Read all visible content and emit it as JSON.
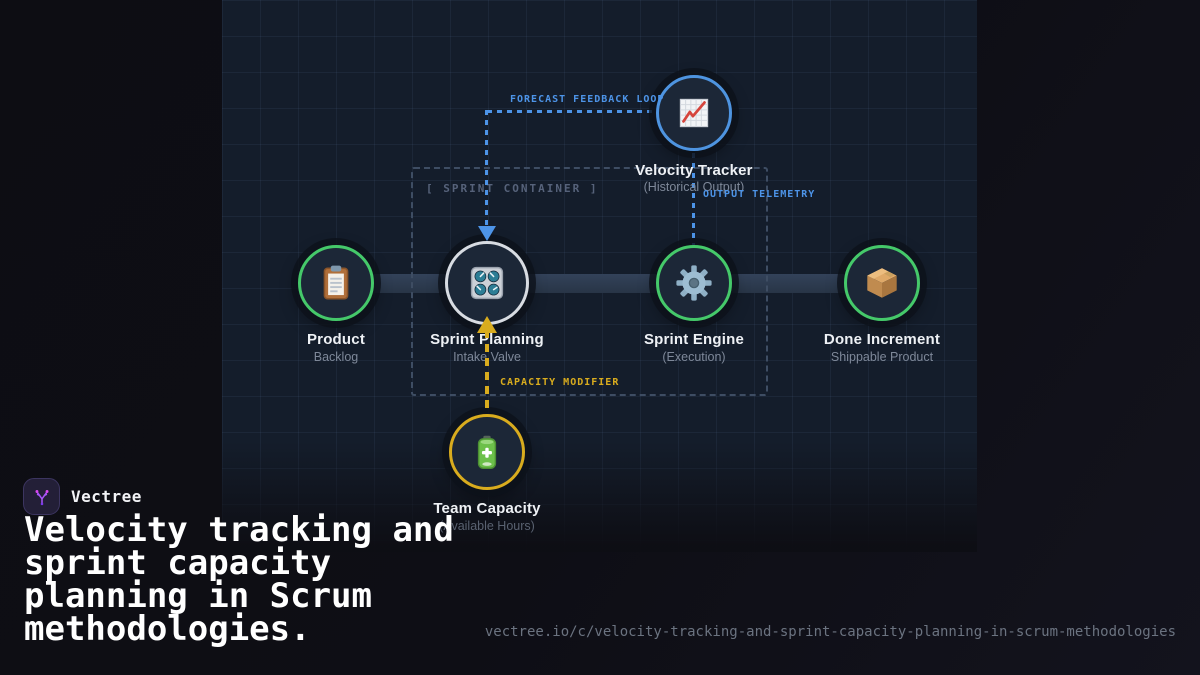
{
  "brand": {
    "name": "Vectree"
  },
  "headline": "Velocity tracking and sprint capacity planning in Scrum methodologies.",
  "url": "vectree.io/c/velocity-tracking-and-sprint-capacity-planning-in-scrum-methodologies",
  "diagram": {
    "container_label": "[ SPRINT CONTAINER ]",
    "nodes": [
      {
        "id": "product",
        "label": "Product",
        "sublabel": "Backlog",
        "icon": "clipboard-icon",
        "border_color": "#45c96a"
      },
      {
        "id": "sprint-planning",
        "label": "Sprint Planning",
        "sublabel": "Intake Valve",
        "icon": "control-knobs-icon",
        "border_color": "#d8dce2"
      },
      {
        "id": "sprint-engine",
        "label": "Sprint Engine",
        "sublabel": "(Execution)",
        "icon": "gear-icon",
        "border_color": "#45c96a"
      },
      {
        "id": "done-increment",
        "label": "Done Increment",
        "sublabel": "Shippable Product",
        "icon": "package-icon",
        "border_color": "#45c96a"
      },
      {
        "id": "velocity-tracker",
        "label": "Velocity Tracker",
        "sublabel": "(Historical Output)",
        "icon": "chart-increasing-icon",
        "border_color": "#4e94e0"
      },
      {
        "id": "team-capacity",
        "label": "Team Capacity",
        "sublabel": "(Available Hours)",
        "icon": "battery-icon",
        "border_color": "#d9ac1e"
      }
    ],
    "edges": [
      {
        "id": "forecast-feedback-loop",
        "label": "FORECAST FEEDBACK LOOP",
        "color": "#4d94e8"
      },
      {
        "id": "output-telemetry",
        "label": "OUTPUT TELEMETRY",
        "color": "#4d94e8"
      },
      {
        "id": "capacity-modifier",
        "label": "CAPACITY MODIFIER",
        "color": "#d9ac1e"
      }
    ]
  },
  "colors": {
    "panel_bg": "#141d2b",
    "outer_bg": "#0d0d13",
    "accent_blue": "#4d94e8",
    "accent_yellow": "#d9ac1e",
    "accent_green": "#45c96a",
    "pipe": "#2d3a4d"
  }
}
